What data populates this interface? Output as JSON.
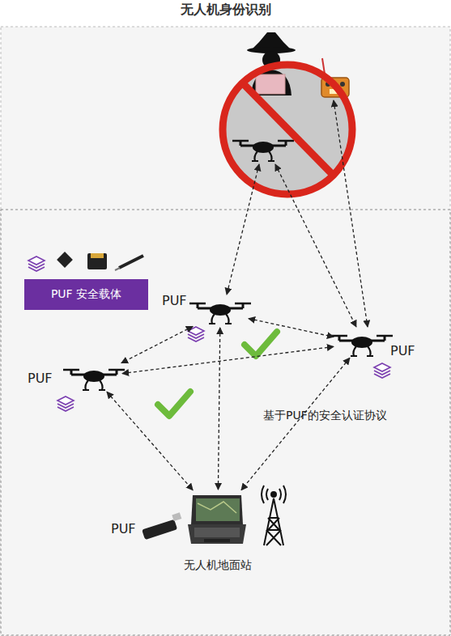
{
  "diagram": {
    "title": "无人机身份识别",
    "nodes": [
      {
        "text": [
          "PUF 安全载体"
        ]
      },
      {
        "text": [
          "PUF"
        ]
      },
      {
        "text": [
          "PUF"
        ]
      },
      {
        "text": [
          "PUF"
        ]
      },
      {
        "text": [
          "PUF",
          "无人机地面站"
        ]
      }
    ],
    "edges": [
      {
        "from": 1,
        "to": 2,
        "arrow": "both"
      },
      {
        "from": 1,
        "to": 3,
        "arrow": "both"
      },
      {
        "from": 3,
        "to": 2,
        "arrow": "both"
      },
      {
        "from": 1,
        "to": 4,
        "arrow": "both"
      },
      {
        "from": 3,
        "to": 4,
        "arrow": "both"
      },
      {
        "from": 2,
        "to": 4,
        "arrow": "both"
      }
    ],
    "labels": [
      "基于PUF的安全认证协议"
    ]
  }
}
